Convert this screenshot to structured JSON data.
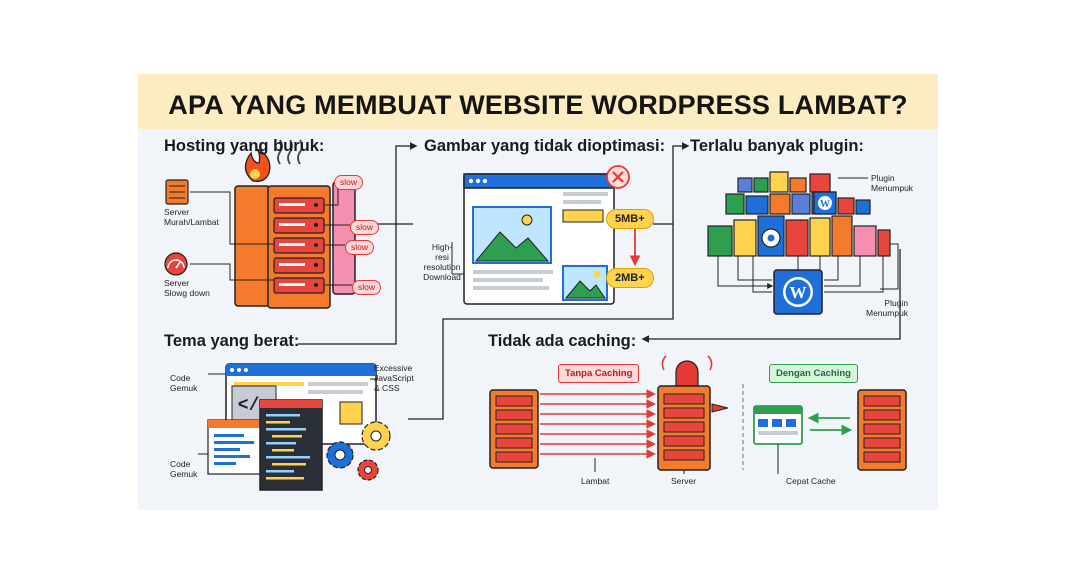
{
  "title": "APA YANG MEMBUAT WEBSITE WORDPRESS LAMBAT?",
  "sections": {
    "hosting": {
      "heading": "Hosting yang buruk:",
      "label_server_cheap": "Server\nMurah/Lambat",
      "label_server_slow": "Server\nSlowg down",
      "slow_tag": "slow"
    },
    "images": {
      "heading": "Gambar yang tidak dioptimasi:",
      "label_download": "High-\nresi\nresolution\nDownload",
      "size_before": "5MB+",
      "size_after": "2MB+"
    },
    "plugins": {
      "heading": "Terlalu banyak plugin:",
      "label_top": "Plugin\nMenumpuk",
      "label_bottom": "Plugin\nMenumpuk"
    },
    "theme": {
      "heading": "Tema yang berat:",
      "label_code_top": "Code\nGemuk",
      "label_code_bottom": "Code\nGemuk",
      "label_excessive": "Excessive\nJavaScript\n& CSS"
    },
    "caching": {
      "heading": "Tidak ada caching:",
      "tag_without": "Tanpa Caching",
      "tag_with": "Dengan Caching",
      "label_slow": "Lambat",
      "label_server": "Server",
      "label_fast": "Cepat Cache"
    }
  },
  "colors": {
    "banner": "#fbecc2",
    "panel": "#f1f5f9",
    "server_orange": "#f47b2c",
    "server_red": "#e8453c",
    "accent_blue": "#1e6fd9",
    "slow_red": "#e53935",
    "cache_green": "#2e9e4f"
  },
  "icons": [
    "fire-icon",
    "speedometer-icon",
    "heat-waves-icon",
    "close-icon",
    "code-icon",
    "gear-icon",
    "wordpress-logo-icon",
    "siren-icon",
    "mountain-image-icon"
  ]
}
